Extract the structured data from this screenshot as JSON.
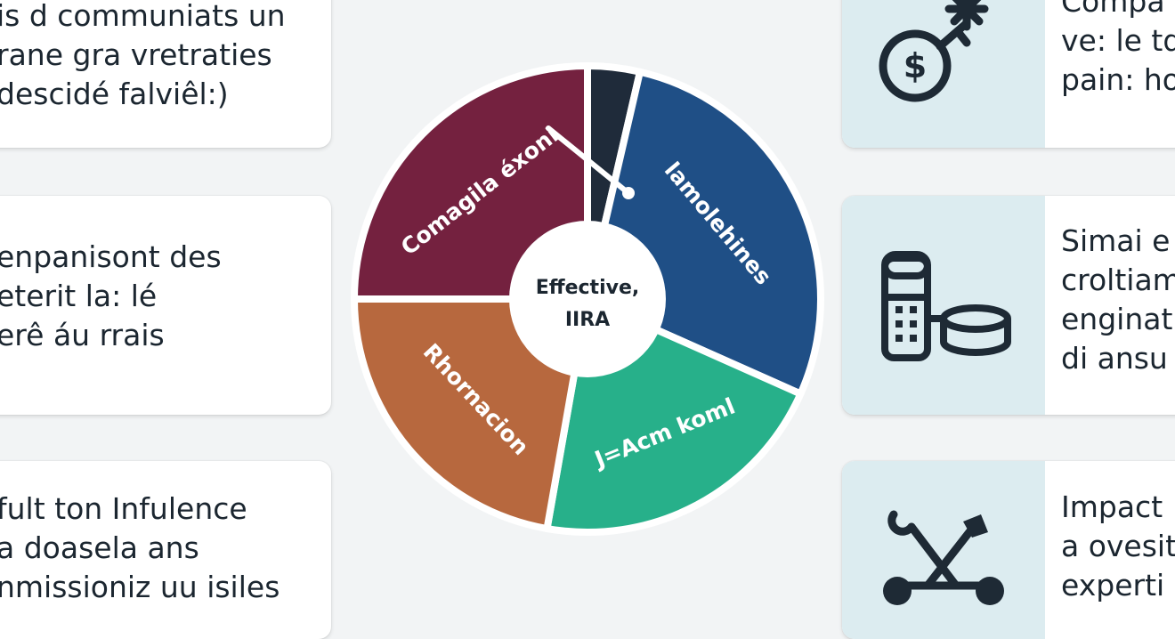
{
  "left_cards": [
    {
      "lines": [
        "is d communiats un",
        "rane gra vretraties",
        "descidé falviêl:)"
      ]
    },
    {
      "lines": [
        "enpanisont des",
        "eterit la: lé",
        "erê  áu rrais"
      ]
    },
    {
      "lines": [
        "fult ton Infulence",
        "a doasela ans",
        "nmissioniz uu isiles"
      ]
    }
  ],
  "wheel": {
    "center_label_line1": "Effective,",
    "center_label_line2": "IIRA",
    "segments": [
      {
        "label": "Comagila éxoni",
        "color": "#74213f"
      },
      {
        "label": "",
        "color": "#1f2b3a"
      },
      {
        "label": "lamolehines",
        "color": "#1f4f86"
      },
      {
        "label": "J=Acm koml",
        "color": "#27b08a"
      },
      {
        "label": "Rhornacion",
        "color": "#b7683e"
      }
    ]
  },
  "right_cards": [
    {
      "lines": [
        "Compa",
        "ve: le tq",
        "pain: ho"
      ],
      "icon": "dollar-coin-key-icon"
    },
    {
      "lines": [
        "Simai e",
        "croltiam",
        "enginat",
        "di ansu"
      ],
      "icon": "storage-drum-icon"
    },
    {
      "lines": [
        "Impact",
        "a ovesit",
        "experti"
      ],
      "icon": "tools-network-icon"
    }
  ],
  "colors": {
    "background": "#f2f4f5",
    "card": "#ffffff",
    "icon_panel": "#dcecf0",
    "icon_stroke": "#1e2a35"
  }
}
